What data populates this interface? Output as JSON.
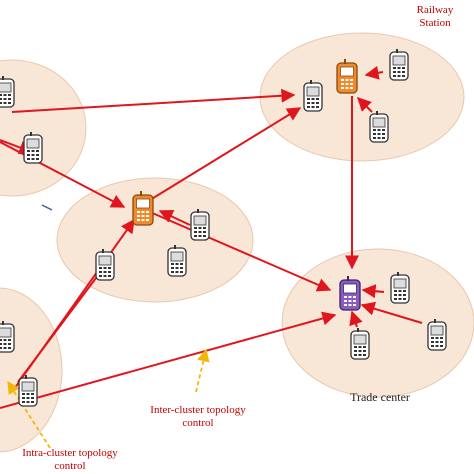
{
  "labels": {
    "railway_line1": "Railway",
    "railway_line2": "Station",
    "trade_center": "Trade center",
    "inter_line1": "Inter-cluster topology",
    "inter_line2": "control",
    "intra_line1": "Intra-cluster topology",
    "intra_line2": "control"
  },
  "colors": {
    "cluster_fill": "#f8e6d6",
    "cluster_edge": "#e9c9ad",
    "link": "#e0161e",
    "annotation_arrow": "#f2b705",
    "cluster_head_orange": "#f08a2a",
    "cluster_head_purple": "#8a5cc2",
    "member_phone": "#ffffff",
    "label_text": "#c00000"
  },
  "icons": [
    "cell-phone-icon",
    "cluster-head-phone-icon"
  ]
}
